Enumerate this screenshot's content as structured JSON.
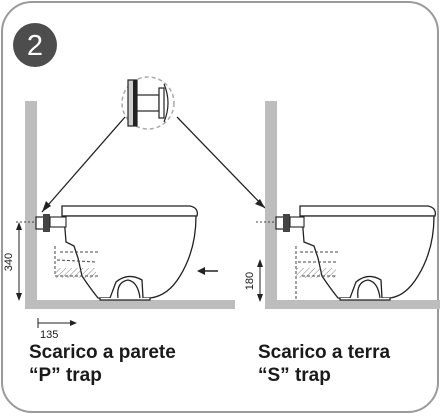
{
  "step": {
    "number": "2"
  },
  "left": {
    "dim_height": "340",
    "dim_width": "135",
    "caption_line1": "Scarico a parete",
    "caption_line2": "“P” trap"
  },
  "right": {
    "dim_height": "180",
    "caption_line1": "Scarico a terra",
    "caption_line2": "“S” trap"
  },
  "colors": {
    "badge": "#4d4d4d",
    "wall": "#bdbdbd",
    "floor": "#bdbdbd",
    "outline": "#222222",
    "frame": "#9a9a9a"
  },
  "icons": {
    "detail_callout": "flange-detail-magnifier",
    "direction_arrow": "arrow-left-icon"
  }
}
